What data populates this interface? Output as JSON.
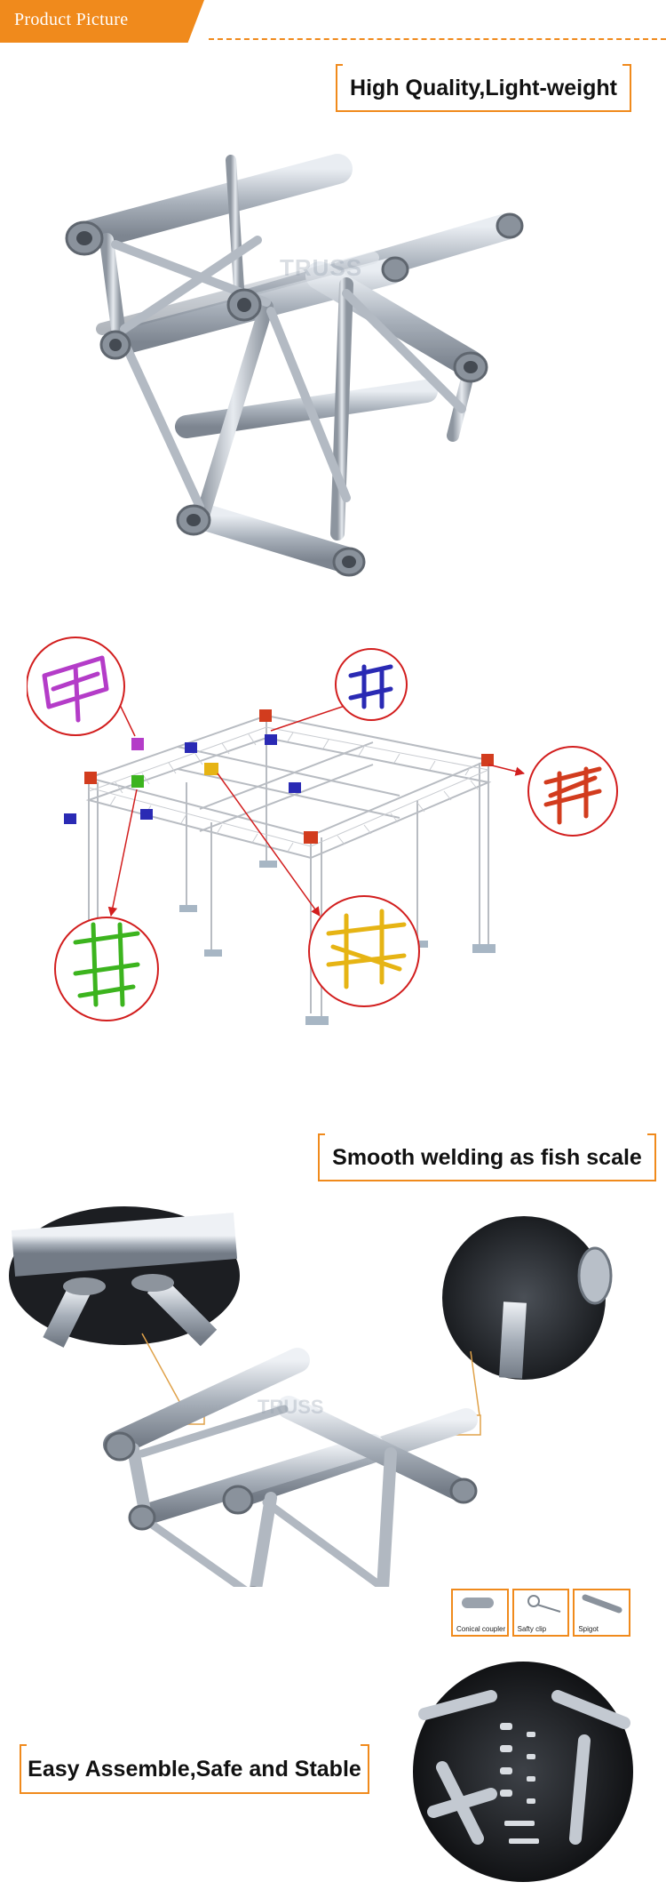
{
  "header": {
    "tab_label": "Product Picture",
    "accent_color": "#f08a1c"
  },
  "captions": {
    "quality": "High Quality,Light-weight",
    "welding": "Smooth welding as fish scale",
    "assemble": "Easy Assemble,Safe and Stable"
  },
  "accessories": [
    {
      "label": "Conical coupler"
    },
    {
      "label": "Safty clip"
    },
    {
      "label": "Spigot"
    }
  ],
  "watermark": "TRUSS",
  "node_colors": {
    "purple": "#b43cc8",
    "blue": "#2a2ab4",
    "red": "#d23c1e",
    "green": "#3cb41e",
    "yellow": "#e6b414"
  }
}
